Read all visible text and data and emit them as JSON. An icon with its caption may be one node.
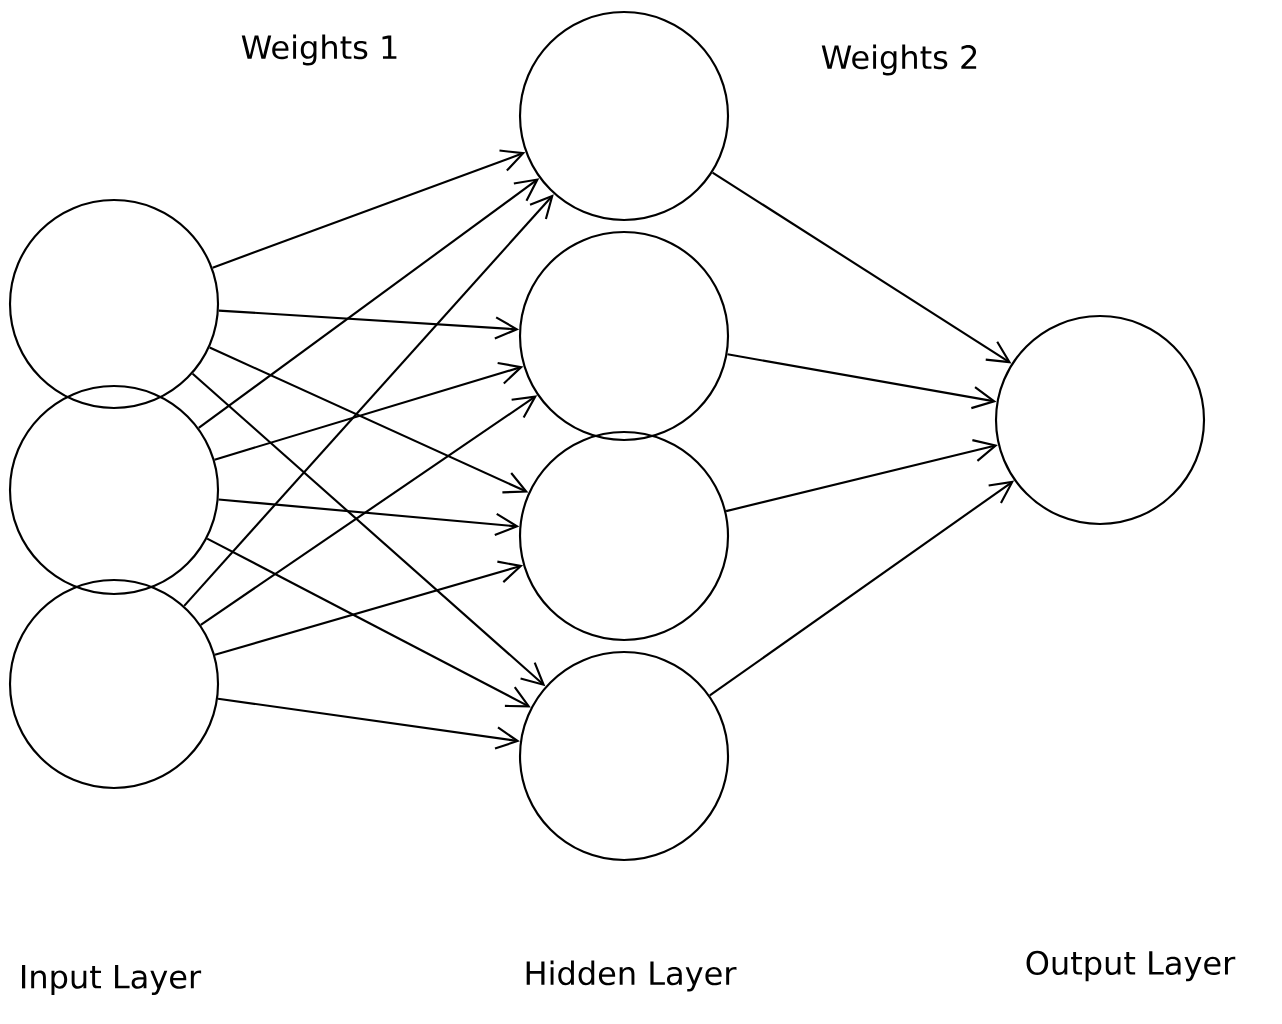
{
  "diagram": {
    "nodes": [
      {
        "text": [],
        "shape": "circle"
      },
      {
        "text": [],
        "shape": "circle"
      },
      {
        "text": [],
        "shape": "circle"
      },
      {
        "text": [],
        "shape": "circle"
      },
      {
        "text": [],
        "shape": "circle"
      },
      {
        "text": [],
        "shape": "circle"
      },
      {
        "text": [],
        "shape": "circle"
      },
      {
        "text": [],
        "shape": "circle"
      }
    ],
    "edges": [
      {
        "from": 0,
        "to": 3,
        "arrow": "to"
      },
      {
        "from": 0,
        "to": 4,
        "arrow": "to"
      },
      {
        "from": 0,
        "to": 5,
        "arrow": "to"
      },
      {
        "from": 0,
        "to": 6,
        "arrow": "to"
      },
      {
        "from": 1,
        "to": 3,
        "arrow": "to"
      },
      {
        "from": 1,
        "to": 4,
        "arrow": "to"
      },
      {
        "from": 1,
        "to": 5,
        "arrow": "to"
      },
      {
        "from": 1,
        "to": 6,
        "arrow": "to"
      },
      {
        "from": 2,
        "to": 3,
        "arrow": "to"
      },
      {
        "from": 2,
        "to": 4,
        "arrow": "to"
      },
      {
        "from": 2,
        "to": 5,
        "arrow": "to"
      },
      {
        "from": 2,
        "to": 6,
        "arrow": "to"
      },
      {
        "from": 3,
        "to": 7,
        "arrow": "to"
      },
      {
        "from": 4,
        "to": 7,
        "arrow": "to"
      },
      {
        "from": 5,
        "to": 7,
        "arrow": "to"
      },
      {
        "from": 6,
        "to": 7,
        "arrow": "to"
      }
    ],
    "labels": [
      "Weights 1",
      "Weights 2",
      "Input Layer",
      "Hidden Layer",
      "Output Layer"
    ]
  }
}
